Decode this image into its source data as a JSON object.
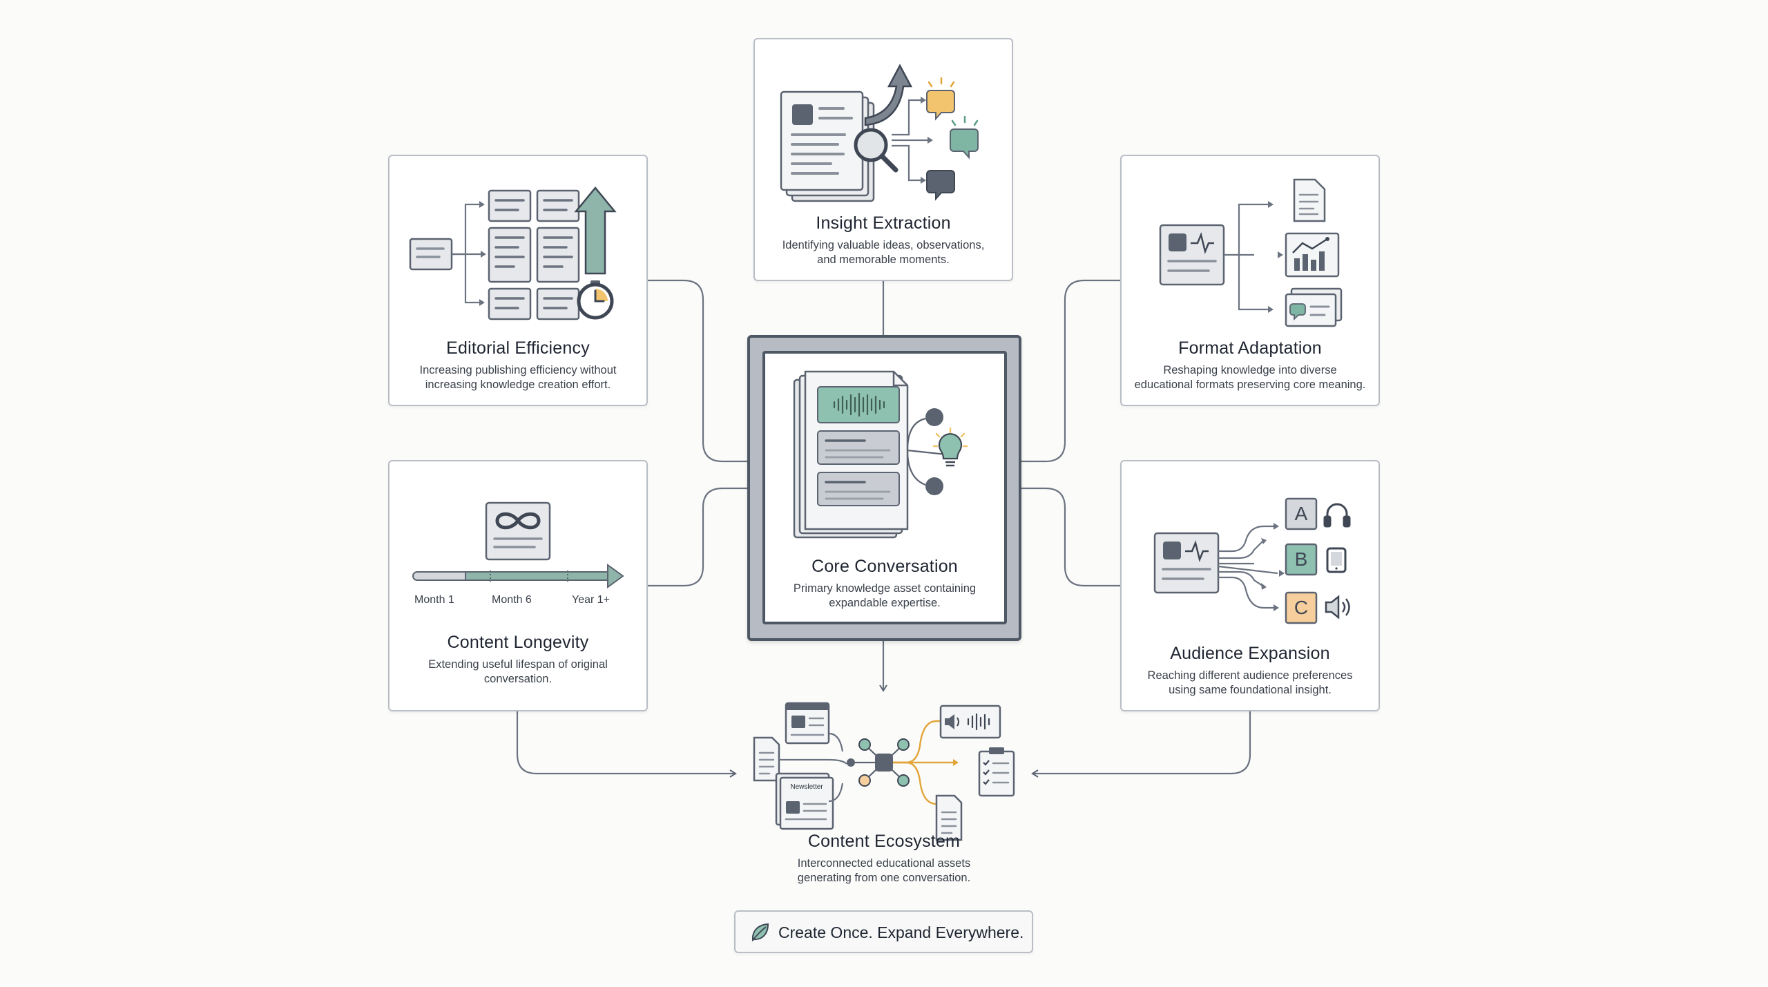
{
  "nodes": {
    "insight": {
      "title": "Insight Extraction",
      "desc_line1": "Identifying valuable ideas, observations,",
      "desc_line2": "and memorable moments."
    },
    "editorial": {
      "title": "Editorial Efficiency",
      "desc_line1": "Increasing publishing efficiency without",
      "desc_line2": "increasing knowledge creation effort."
    },
    "format": {
      "title": "Format Adaptation",
      "desc_line1": "Reshaping knowledge into diverse",
      "desc_line2": "educational formats preserving core meaning."
    },
    "core": {
      "title": "Core Conversation",
      "desc_line1": "Primary knowledge asset containing",
      "desc_line2": "expandable expertise."
    },
    "longevity": {
      "title": "Content Longevity",
      "desc_line1": "Extending useful lifespan of original",
      "desc_line2": "conversation.",
      "timeline": [
        "Month 1",
        "Month 6",
        "Year 1+"
      ]
    },
    "audience": {
      "title": "Audience Expansion",
      "desc_line1": "Reaching different audience preferences",
      "desc_line2": "using same foundational insight.",
      "variants": [
        "A",
        "B",
        "C"
      ]
    },
    "ecosystem": {
      "title": "Content Ecosystem",
      "desc_line1": "Interconnected educational assets",
      "desc_line2": "generating from one conversation.",
      "newsletter_label": "Newsletter"
    }
  },
  "tagline": {
    "text": "Create Once. Expand Everywhere.",
    "icon": "leaf-icon"
  },
  "colors": {
    "gray_dark": "#5b6370",
    "teal": "#7fb5a3",
    "amber": "#f2c46d",
    "peach": "#f7cf9d",
    "border": "#b9bec6"
  }
}
